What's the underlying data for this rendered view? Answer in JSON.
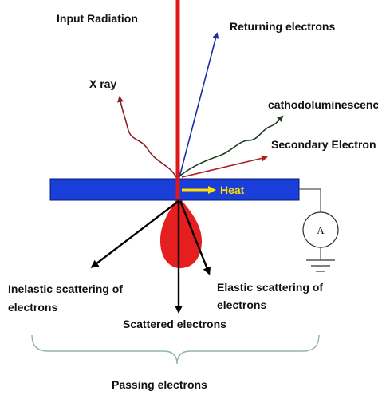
{
  "labels": {
    "input_radiation": "Input Radiation",
    "returning_electrons": "Returning electrons",
    "x_ray": "X ray",
    "cathodoluminescence": "cathodoluminescence",
    "secondary_electron": "Secondary Electron",
    "heat": "Heat",
    "inelastic_line1": "Inelastic scattering of",
    "inelastic_line2": "electrons",
    "elastic_line1": "Elastic scattering of",
    "elastic_line2": "electrons",
    "scattered_electrons": "Scattered electrons",
    "passing_electrons": "Passing electrons",
    "ammeter": "A"
  },
  "colors": {
    "beam": "#e01818",
    "sample": "#1a3ed8",
    "returning": "#1a2fa8",
    "x_ray": "#8a1f2a",
    "cathodo": "#1f3d1f",
    "secondary": "#b02020",
    "heat_arrow": "#ffe000",
    "heat_text": "#ffe000",
    "interaction_volume": "#e51f1f",
    "black_arrows": "#000000",
    "brace": "#8fb5a8",
    "circuit": "#555555"
  }
}
